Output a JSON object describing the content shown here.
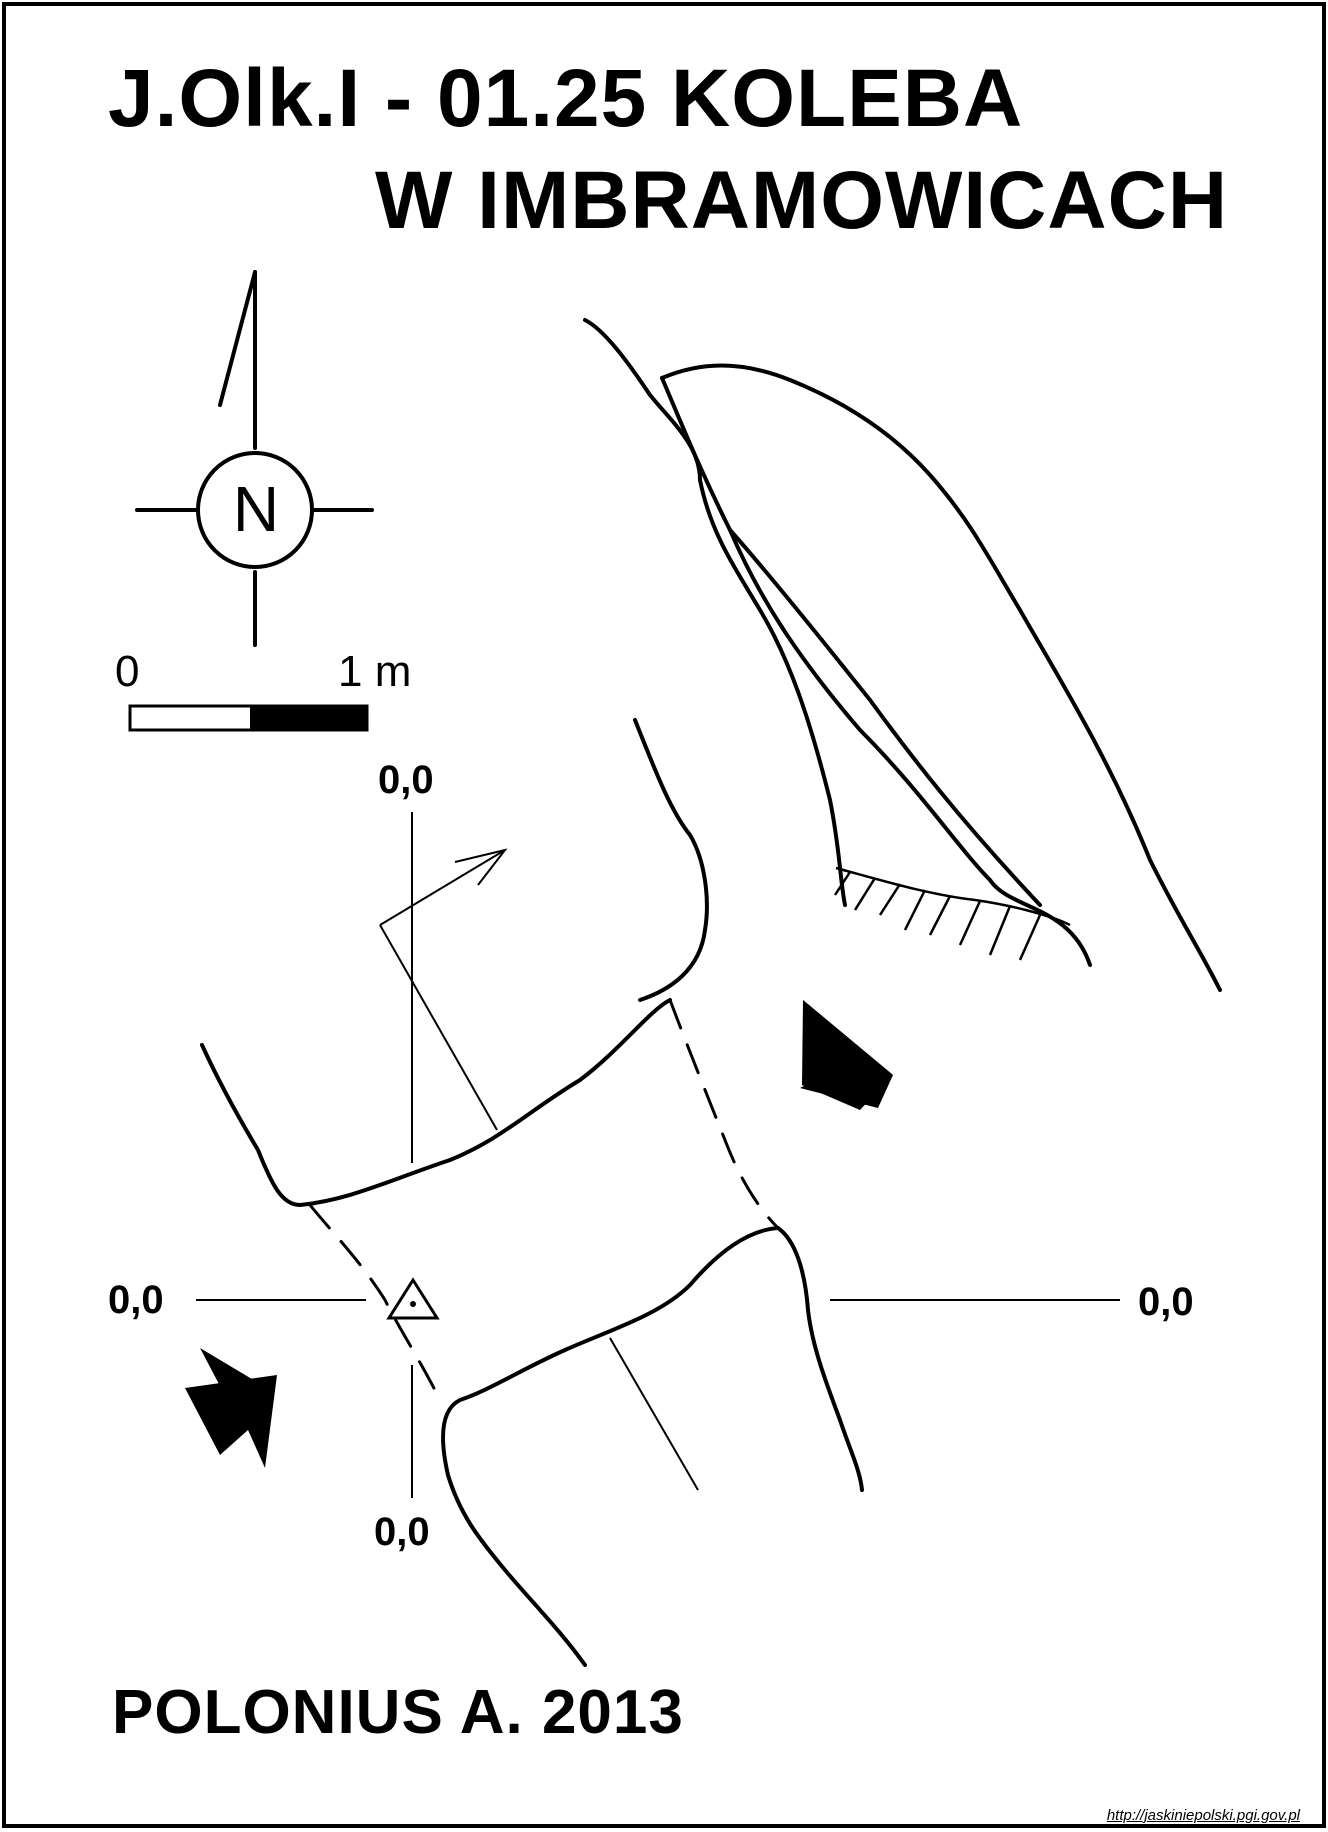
{
  "title": {
    "line1": "J.Olk.I - 01.25  KOLEBA",
    "line2": "W IMBRAMOWICACH"
  },
  "north_arrow": {
    "letter": "N",
    "icon": "north-arrow-icon"
  },
  "scale_bar": {
    "start_label": "0",
    "end_label": "1 m"
  },
  "section_markers": {
    "top": "0,0",
    "bottom": "0,0",
    "left": "0,0",
    "right": "0,0"
  },
  "author": "POLONIUS A. 2013",
  "source_url": "http://jaskiniepolski.pgi.gov.pl",
  "colors": {
    "ink": "#000000",
    "paper": "#ffffff"
  }
}
